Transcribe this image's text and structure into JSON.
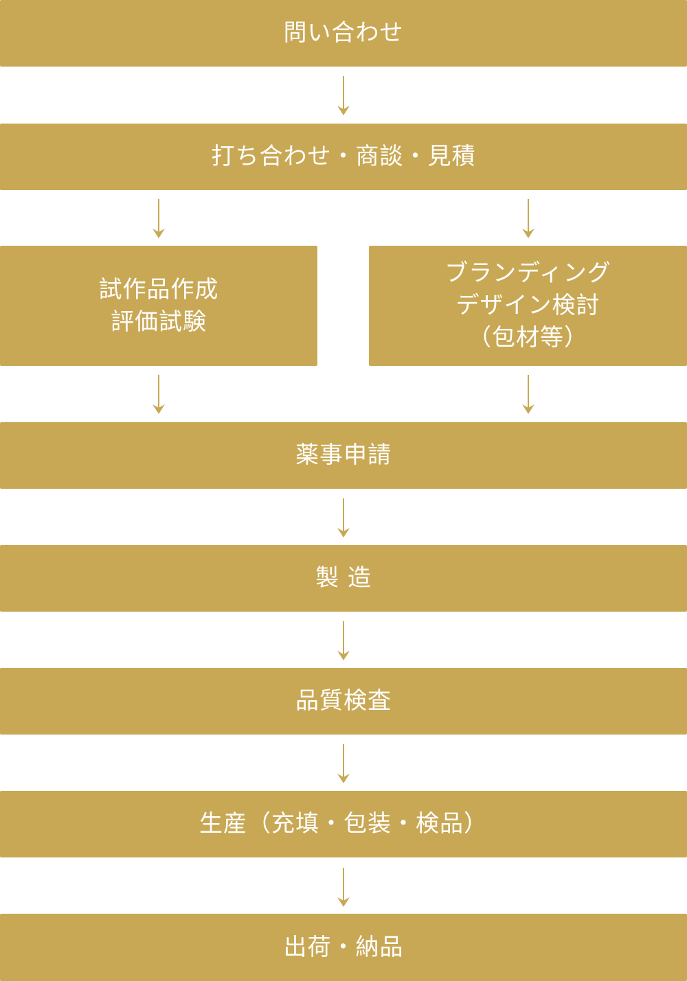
{
  "accent_color": "#c8a855",
  "steps": {
    "inquiry": "問い合わせ",
    "meeting": "打ち合わせ・商談・見積",
    "prototype": [
      "試作品作成",
      "評価試験"
    ],
    "branding": [
      "ブランディング",
      "デザイン検討",
      "（包材等）"
    ],
    "application": "薬事申請",
    "manufacturing": "製 造",
    "inspection": "品質検査",
    "production": "生産（充填・包装・検品）",
    "shipping": "出荷・納品"
  }
}
